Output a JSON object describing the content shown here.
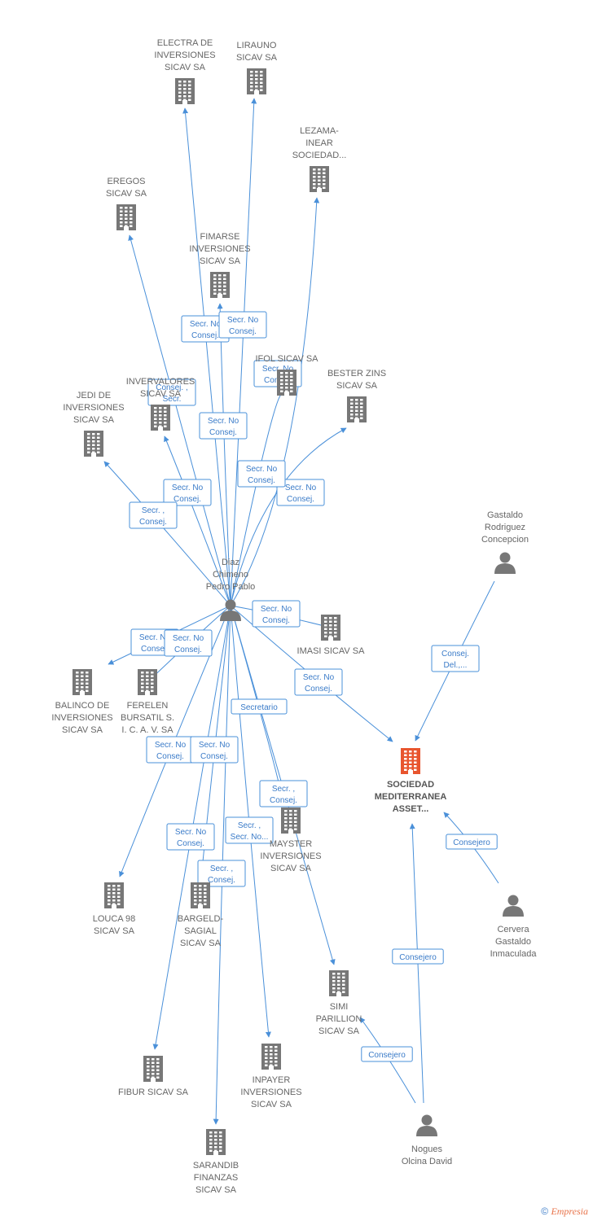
{
  "colors": {
    "edge": "#4a90d9",
    "company": "#777777",
    "company_main": "#e8552e",
    "person": "#777777"
  },
  "nodes": [
    {
      "id": "electra",
      "type": "company",
      "lines": [
        "ELECTRA DE",
        "INVERSIONES",
        "SICAV SA"
      ]
    },
    {
      "id": "lirauno",
      "type": "company",
      "lines": [
        "LIRAUNO",
        "SICAV SA"
      ]
    },
    {
      "id": "lezama",
      "type": "company",
      "lines": [
        "LEZAMA-",
        "INEAR",
        "SOCIEDAD..."
      ]
    },
    {
      "id": "eregos",
      "type": "company",
      "lines": [
        "EREGOS",
        "SICAV SA"
      ]
    },
    {
      "id": "fimarse",
      "type": "company",
      "lines": [
        "FIMARSE",
        "INVERSIONES",
        "SICAV SA"
      ]
    },
    {
      "id": "ifol",
      "type": "company",
      "lines": [
        "IFOL SICAV SA"
      ]
    },
    {
      "id": "bester",
      "type": "company",
      "lines": [
        "BESTER ZINS",
        "SICAV SA"
      ]
    },
    {
      "id": "inver",
      "type": "company",
      "lines": [
        "INVERVALORES",
        "SICAV SA"
      ]
    },
    {
      "id": "jedi",
      "type": "company",
      "lines": [
        "JEDI DE",
        "INVERSIONES",
        "SICAV SA"
      ]
    },
    {
      "id": "gastaldo",
      "type": "person",
      "lines": [
        "Gastaldo",
        "Rodriguez",
        "Concepcion"
      ]
    },
    {
      "id": "diaz",
      "type": "person",
      "lines": [
        "Diaz",
        "Chimeno",
        "Pedro Pablo"
      ]
    },
    {
      "id": "imasi",
      "type": "company",
      "lines": [
        "IMASI SICAV SA"
      ]
    },
    {
      "id": "balinco",
      "type": "company",
      "lines": [
        "BALINCO DE",
        "INVERSIONES",
        "SICAV SA"
      ]
    },
    {
      "id": "ferelen",
      "type": "company",
      "lines": [
        "FERELEN",
        "BURSATIL S.",
        "I. C. A. V. SA"
      ]
    },
    {
      "id": "sociedad",
      "type": "company_main",
      "lines": [
        "SOCIEDAD",
        "MEDITERRANEA",
        "ASSET..."
      ]
    },
    {
      "id": "mayster",
      "type": "company",
      "lines": [
        "MAYSTER",
        "INVERSIONES",
        "SICAV SA"
      ]
    },
    {
      "id": "louca",
      "type": "company",
      "lines": [
        "LOUCA 98",
        "SICAV SA"
      ]
    },
    {
      "id": "bargeld",
      "type": "company",
      "lines": [
        "BARGELD-",
        "SAGIAL",
        "SICAV SA"
      ]
    },
    {
      "id": "cervera",
      "type": "person",
      "lines": [
        "Cervera",
        "Gastaldo",
        "Inmaculada"
      ]
    },
    {
      "id": "simi",
      "type": "company",
      "lines": [
        "SIMI",
        "PARILLION",
        "SICAV SA"
      ]
    },
    {
      "id": "fibur",
      "type": "company",
      "lines": [
        "FIBUR SICAV SA"
      ]
    },
    {
      "id": "inpayer",
      "type": "company",
      "lines": [
        "INPAYER",
        "INVERSIONES",
        "SICAV SA"
      ]
    },
    {
      "id": "nogues",
      "type": "person",
      "lines": [
        "Nogues",
        "Olcina David"
      ]
    },
    {
      "id": "sarandib",
      "type": "company",
      "lines": [
        "SARANDIB",
        "FINANZAS",
        "SICAV SA"
      ]
    }
  ],
  "edges": [
    {
      "from": "diaz",
      "to": "electra",
      "label": [
        "Secr. No",
        "Consej."
      ]
    },
    {
      "from": "diaz",
      "to": "lirauno",
      "label": [
        "Secr. No",
        "Consej."
      ]
    },
    {
      "from": "diaz",
      "to": "lezama",
      "label": [
        "Secr. No",
        "Consej."
      ]
    },
    {
      "from": "diaz",
      "to": "eregos",
      "label": [
        "Consej. ,",
        "Secr."
      ]
    },
    {
      "from": "diaz",
      "to": "fimarse",
      "label": [
        "Secr. No",
        "Consej."
      ]
    },
    {
      "from": "diaz",
      "to": "ifol",
      "label": [
        "Secr. No",
        "Consej."
      ]
    },
    {
      "from": "diaz",
      "to": "bester",
      "label": [
        "Secr. No",
        "Consej."
      ]
    },
    {
      "from": "diaz",
      "to": "inver",
      "label": [
        "Secr. No",
        "Consej."
      ]
    },
    {
      "from": "diaz",
      "to": "jedi",
      "label": [
        "Secr. ,",
        "Consej."
      ]
    },
    {
      "from": "diaz",
      "to": "imasi",
      "label": [
        "Secr. No",
        "Consej."
      ]
    },
    {
      "from": "diaz",
      "to": "balinco",
      "label": [
        "Secr. No",
        "Consej."
      ]
    },
    {
      "from": "diaz",
      "to": "ferelen",
      "label": [
        "Secr. No",
        "Consej."
      ]
    },
    {
      "from": "diaz",
      "to": "sociedad",
      "label": [
        "Secr. No",
        "Consej."
      ]
    },
    {
      "from": "diaz",
      "to": "mayster",
      "label": [
        "Secr. ,",
        "Consej."
      ]
    },
    {
      "from": "diaz",
      "to": "louca",
      "label": [
        "Secr. No",
        "Consej."
      ]
    },
    {
      "from": "diaz",
      "to": "bargeld",
      "label": [
        "Secr. No",
        "Consej."
      ]
    },
    {
      "from": "diaz",
      "to": "simi",
      "label": [
        "Secretario"
      ]
    },
    {
      "from": "diaz",
      "to": "fibur",
      "label": [
        "Secr. No",
        "Consej."
      ]
    },
    {
      "from": "diaz",
      "to": "inpayer",
      "label": [
        "Secr. ,",
        "Secr. No..."
      ]
    },
    {
      "from": "diaz",
      "to": "sarandib",
      "label": [
        "Secr. ,",
        "Consej."
      ]
    },
    {
      "from": "gastaldo",
      "to": "sociedad",
      "label": [
        "Consej.",
        "Del.,..."
      ]
    },
    {
      "from": "cervera",
      "to": "sociedad",
      "label": [
        "Consejero"
      ]
    },
    {
      "from": "nogues",
      "to": "sociedad",
      "label": [
        "Consejero"
      ]
    },
    {
      "from": "nogues",
      "to": "simi",
      "label": [
        "Consejero"
      ]
    }
  ],
  "footer": {
    "symbol": "©",
    "brand": "Empresia"
  }
}
